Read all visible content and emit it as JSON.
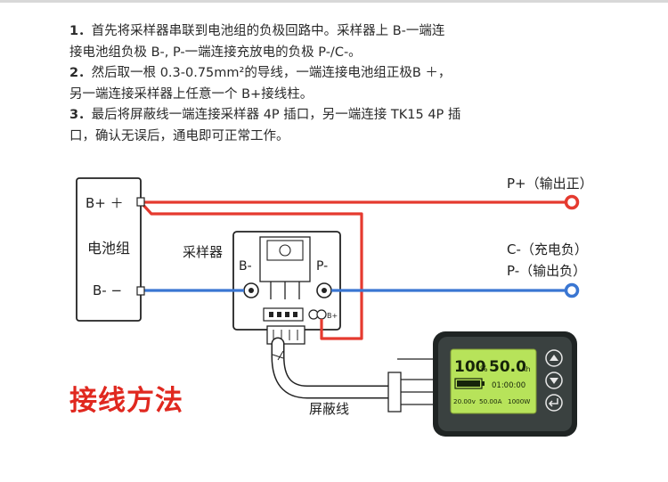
{
  "instructions": [
    {
      "num": "1．",
      "text": "首先将采样器串联到电池组的负极回路中。采样器上 B-一端连"
    },
    {
      "num": "",
      "text": "接电池组负极 B-, P-一端连接充放电的负极 P-/C-。"
    },
    {
      "num": "2．",
      "text": "然后取一根 0.3-0.75mm²的导线，一端连接电池组正极B ＋，"
    },
    {
      "num": "",
      "text": "另一端连接采样器上任意一个 B+接线柱。"
    },
    {
      "num": "3．",
      "text": "最后将屏蔽线一端连接采样器 4P 插口，另一端连接 TK15 4P 插"
    },
    {
      "num": "",
      "text": "口，确认无误后，通电即可正常工作。"
    }
  ],
  "battery": {
    "label": "电池组",
    "plus": "B+ ＋",
    "minus": "B-  −"
  },
  "sampler": {
    "label": "采样器",
    "b_minus": "B-",
    "p_minus": "P-",
    "b_plus_small": "B+"
  },
  "outputs": {
    "p_plus": "P+（输出正）",
    "c_minus": "C-（充电负）",
    "p_minus": "P-（输出负）"
  },
  "cable_label": "屏蔽线",
  "title": "接线方法",
  "meter": {
    "percent": "100",
    "percent_unit": "%",
    "capacity": "50.0",
    "capacity_unit": "Ah",
    "time": "01:00:00",
    "voltage": "20.00v",
    "current": "50.00A",
    "power": "1000W",
    "buttons": [
      "up-arrow-icon",
      "down-arrow-icon",
      "enter-icon"
    ]
  },
  "colors": {
    "positive_wire": "#e53a2f",
    "negative_wire": "#3a76d2",
    "title": "#e0281f",
    "lcd_bg": "#b7e35a",
    "meter_body": "#2e3332"
  }
}
